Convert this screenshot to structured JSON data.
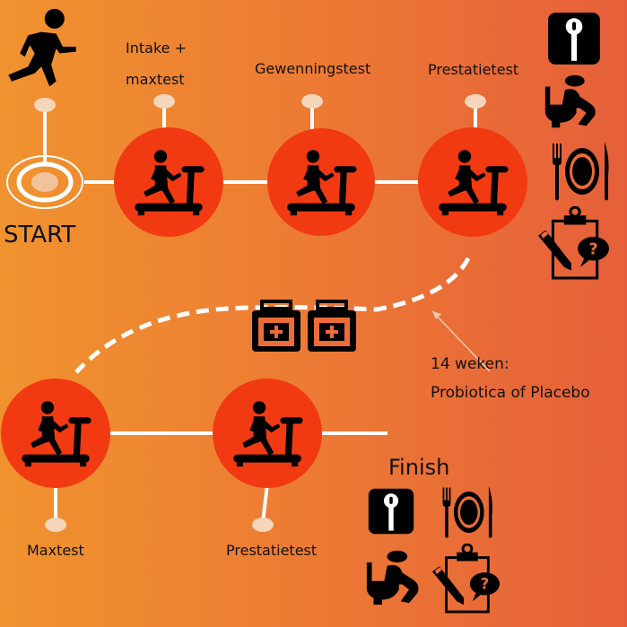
{
  "start_label": "START",
  "finish_label": "Finish",
  "top_steps": [
    {
      "label_line1": "Intake +",
      "label_line2": "maxtest"
    },
    {
      "label": "Gewenningstest"
    },
    {
      "label": "Prestatietest"
    }
  ],
  "bottom_steps": [
    {
      "label": "Maxtest"
    },
    {
      "label": "Prestatietest"
    }
  ],
  "intervention": {
    "line1": "14 weken:",
    "line2": "Probiotica of Placebo"
  },
  "colors": {
    "circle": "#f23a12",
    "pin": "#f6d6bb",
    "line": "#ffffff",
    "icon": "#000000"
  }
}
